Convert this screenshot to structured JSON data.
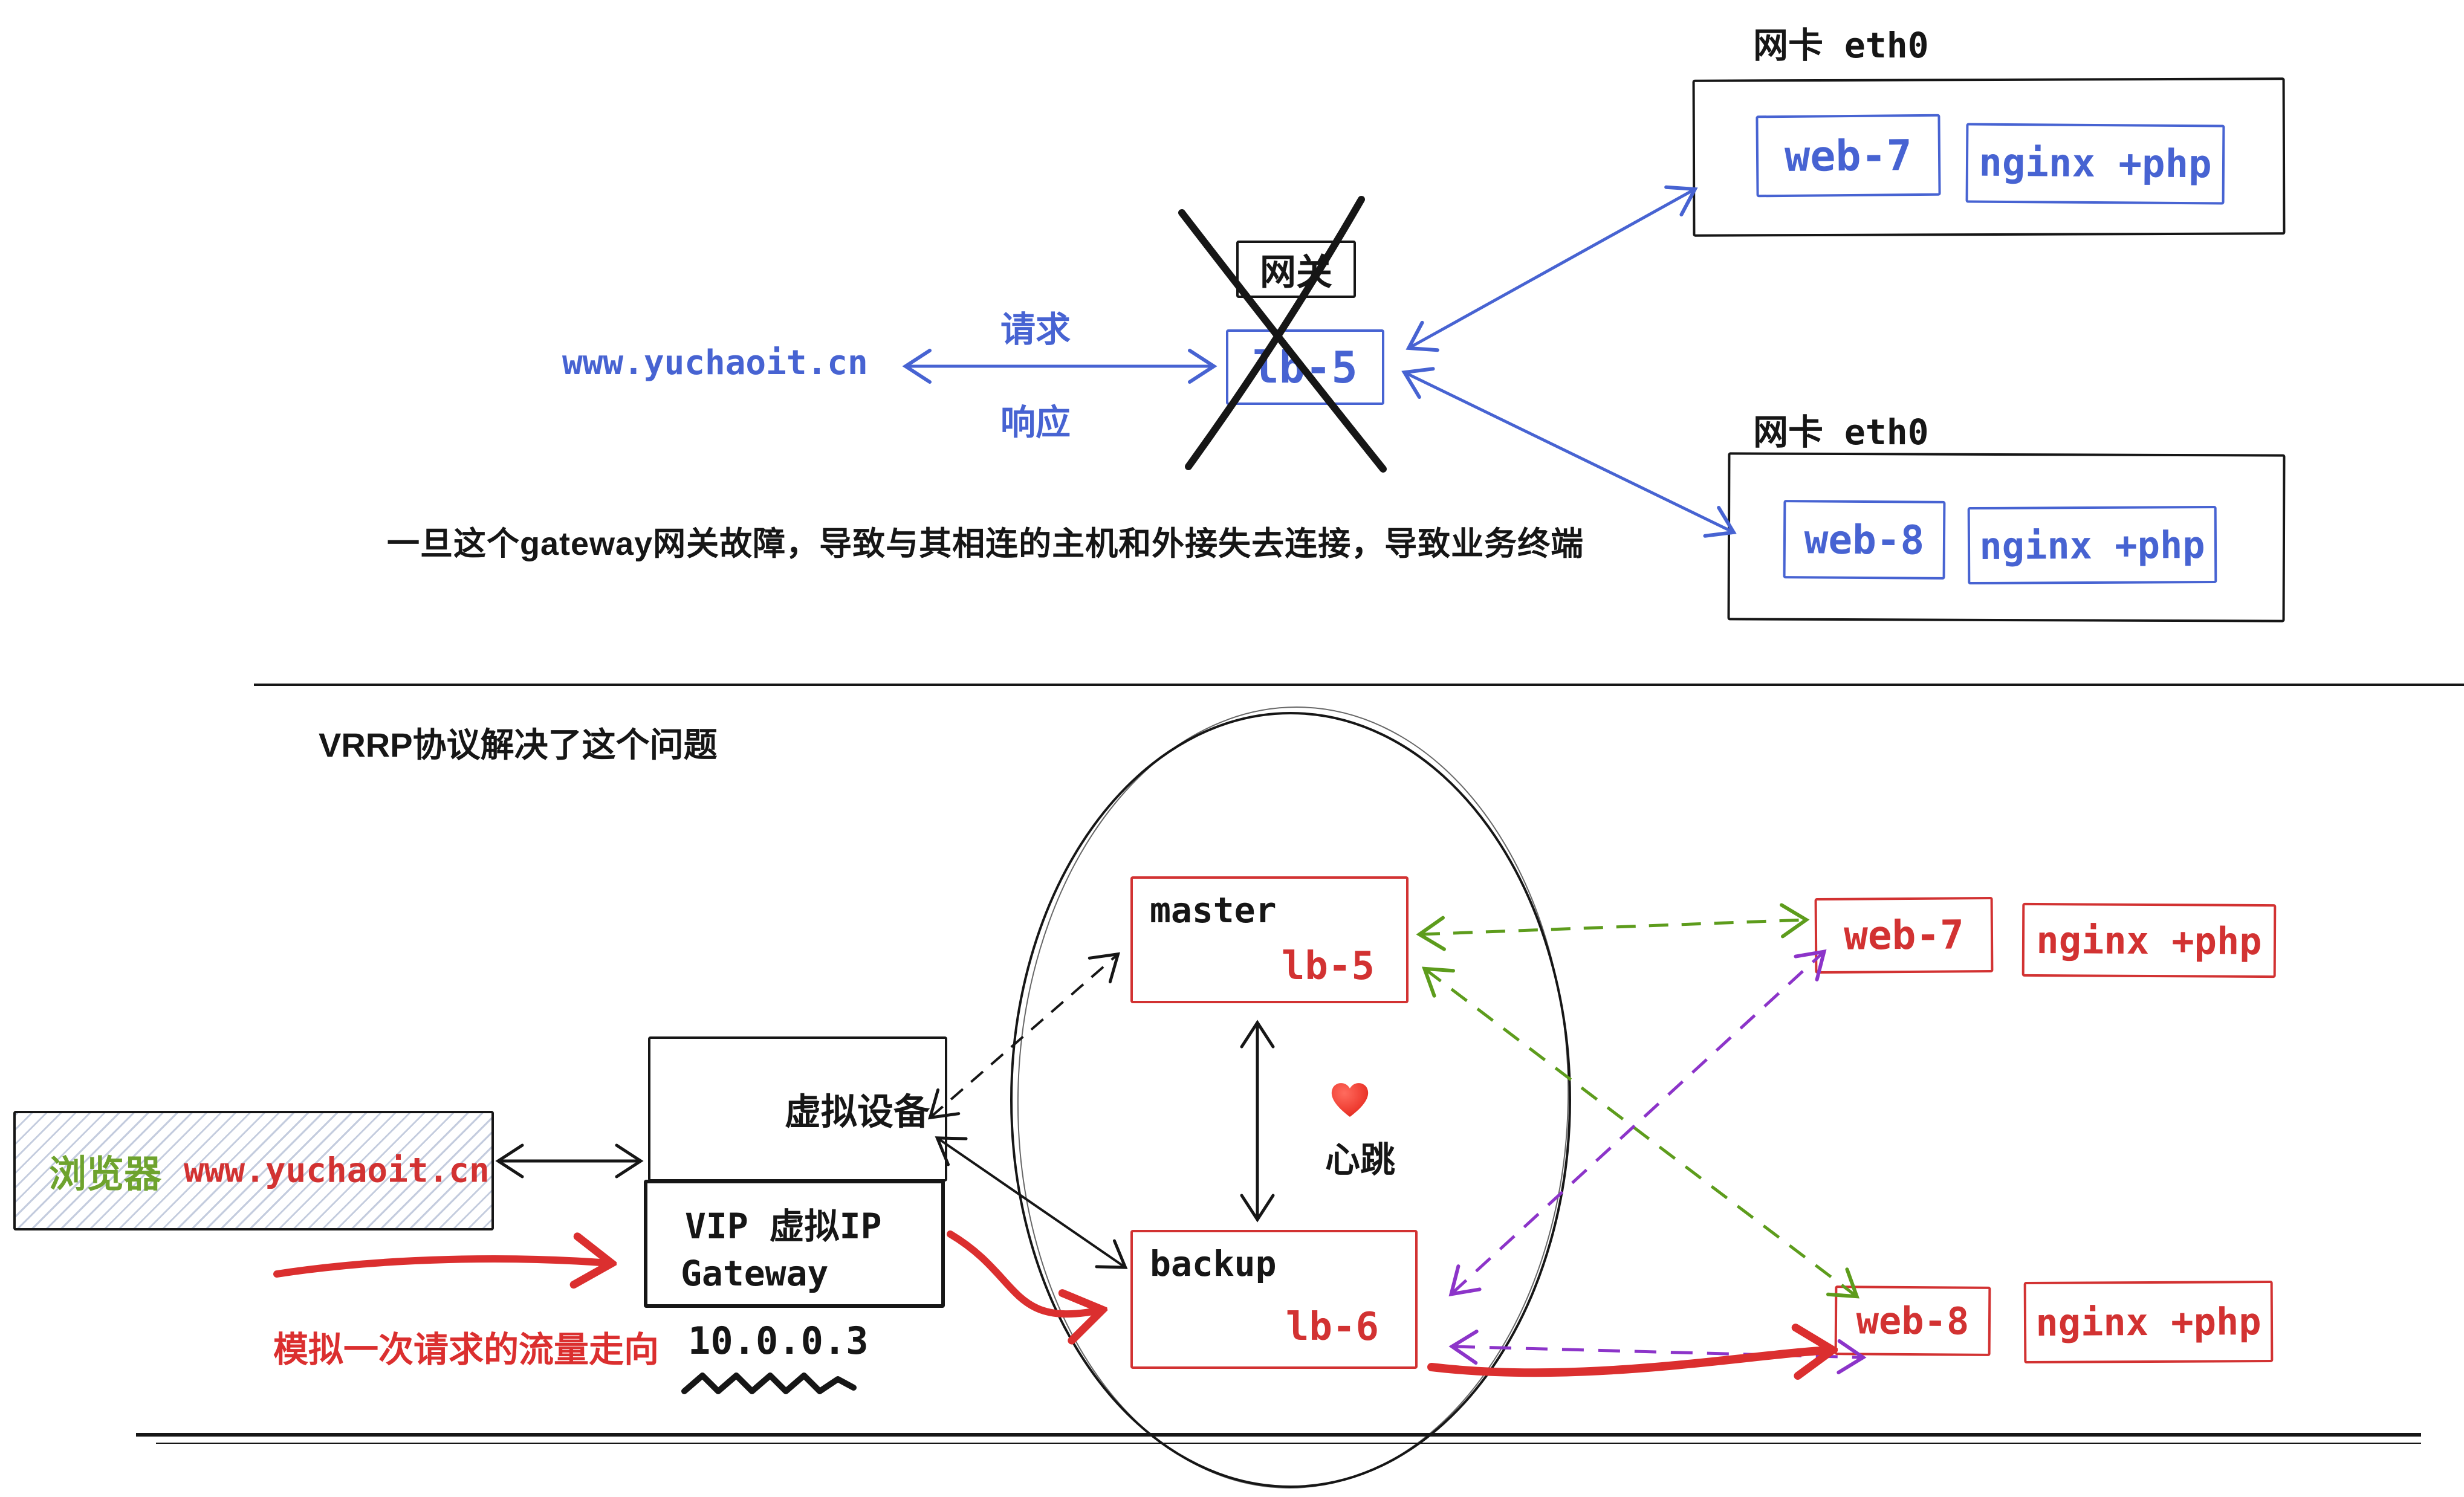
{
  "colors": {
    "ink": "#161616",
    "blue": "#4763d2",
    "red": "#d23232",
    "red_flow": "#db2f2f",
    "green_text": "#6ea32e",
    "green_arrow": "#5d9c1c",
    "purple": "#8c34c9",
    "hatch": "#b9c3d8"
  },
  "top": {
    "nic1_label": "网卡 eth0",
    "nic2_label": "网卡 eth0",
    "web7_label": "web-7",
    "stack1_label": "nginx +php",
    "web8_label": "web-8",
    "stack2_label": "nginx +php",
    "gateway_label": "网关",
    "lb_label": "lb-5",
    "domain": "www.yuchaoit.cn",
    "request_label": "请求",
    "response_label": "响应",
    "caption": "一旦这个gateway网关故障，导致与其相连的主机和外接失去连接，导致业务终端"
  },
  "bottom": {
    "title": "VRRP协议解决了这个问题",
    "master_role": "master",
    "master_name": "lb-5",
    "backup_role": "backup",
    "backup_name": "lb-6",
    "heartbeat_label": "心跳",
    "heart_icon": "red-heart",
    "virtual_device_label": "虚拟设备",
    "vip_line1": "VIP 虚拟IP",
    "vip_line2": "Gateway",
    "vip_ip": "10.0.0.3",
    "browser_label": "浏览器",
    "browser_domain": "www.yuchaoit.cn",
    "flow_label": "模拟一次请求的流量走向",
    "web7_label": "web-7",
    "stack7_label": "nginx +php",
    "web8_label": "web-8",
    "stack8_label": "nginx +php"
  }
}
